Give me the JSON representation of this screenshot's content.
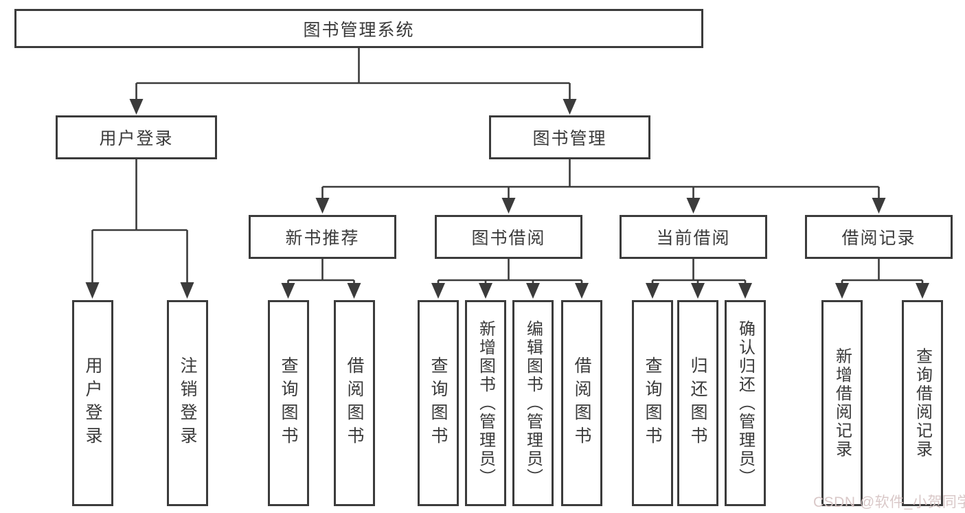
{
  "nodes": {
    "root": "图书管理系统",
    "level2": [
      "用户登录",
      "图书管理"
    ],
    "level3": [
      "新书推荐",
      "图书借阅",
      "当前借阅",
      "借阅记录"
    ],
    "leaves": {
      "user_login": [
        "用户登录",
        "注销登录"
      ],
      "new_books": [
        "查询图书",
        "借阅图书"
      ],
      "book_borrow": [
        "查询图书",
        "新增图书（管理员）",
        "编辑图书（管理员）",
        "借阅图书"
      ],
      "current_borrow": [
        "查询图书",
        "归还图书",
        "确认归还（管理员）"
      ],
      "borrow_records": [
        "新增借阅记录",
        "查询借阅记录"
      ]
    }
  },
  "watermark": "CSDN @软件_小贺同学",
  "colors": {
    "line": "#3b3b3b",
    "text": "#3a3a3a",
    "watermark": "#d8c6c6",
    "background": "#ffffff"
  }
}
